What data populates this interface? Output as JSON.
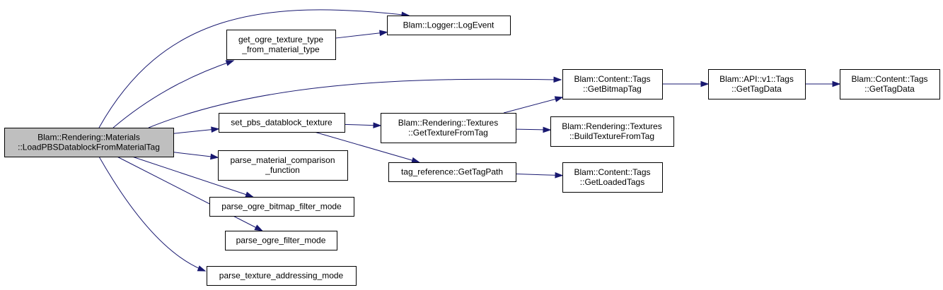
{
  "colors": {
    "edge": "#191970",
    "node_fill": "#ffffff",
    "root_fill": "#bfbfbf",
    "border": "#000000"
  },
  "nodes": [
    {
      "id": "root",
      "lines": [
        "Blam::Rendering::Materials",
        "::LoadPBSDatablockFromMaterialTag"
      ],
      "root": true
    },
    {
      "id": "logevent",
      "lines": [
        "Blam::Logger::LogEvent"
      ]
    },
    {
      "id": "gettype",
      "lines": [
        "get_ogre_texture_type",
        "_from_material_type"
      ]
    },
    {
      "id": "getbitmap",
      "lines": [
        "Blam::Content::Tags",
        "::GetBitmapTag"
      ]
    },
    {
      "id": "apitagdata",
      "lines": [
        "Blam::API::v1::Tags",
        "::GetTagData"
      ]
    },
    {
      "id": "contenttagdata",
      "lines": [
        "Blam::Content::Tags",
        "::GetTagData"
      ]
    },
    {
      "id": "setpbs",
      "lines": [
        "set_pbs_datablock_texture"
      ]
    },
    {
      "id": "gettexture",
      "lines": [
        "Blam::Rendering::Textures",
        "::GetTextureFromTag"
      ]
    },
    {
      "id": "buildtexture",
      "lines": [
        "Blam::Rendering::Textures",
        "::BuildTextureFromTag"
      ]
    },
    {
      "id": "parsecomparison",
      "lines": [
        "parse_material_comparison",
        "_function"
      ]
    },
    {
      "id": "tagpath",
      "lines": [
        "tag_reference::GetTagPath"
      ]
    },
    {
      "id": "loadedtags",
      "lines": [
        "Blam::Content::Tags",
        "::GetLoadedTags"
      ]
    },
    {
      "id": "bitmapfilter",
      "lines": [
        "parse_ogre_bitmap_filter_mode"
      ]
    },
    {
      "id": "filtermode",
      "lines": [
        "parse_ogre_filter_mode"
      ]
    },
    {
      "id": "addressing",
      "lines": [
        "parse_texture_addressing_mode"
      ]
    }
  ],
  "edges": [
    [
      "root",
      "logevent"
    ],
    [
      "root",
      "gettype"
    ],
    [
      "root",
      "getbitmap"
    ],
    [
      "root",
      "setpbs"
    ],
    [
      "root",
      "parsecomparison"
    ],
    [
      "root",
      "bitmapfilter"
    ],
    [
      "root",
      "filtermode"
    ],
    [
      "root",
      "addressing"
    ],
    [
      "gettype",
      "logevent"
    ],
    [
      "getbitmap",
      "apitagdata"
    ],
    [
      "apitagdata",
      "contenttagdata"
    ],
    [
      "setpbs",
      "gettexture"
    ],
    [
      "setpbs",
      "tagpath"
    ],
    [
      "gettexture",
      "getbitmap"
    ],
    [
      "gettexture",
      "buildtexture"
    ],
    [
      "tagpath",
      "loadedtags"
    ]
  ]
}
